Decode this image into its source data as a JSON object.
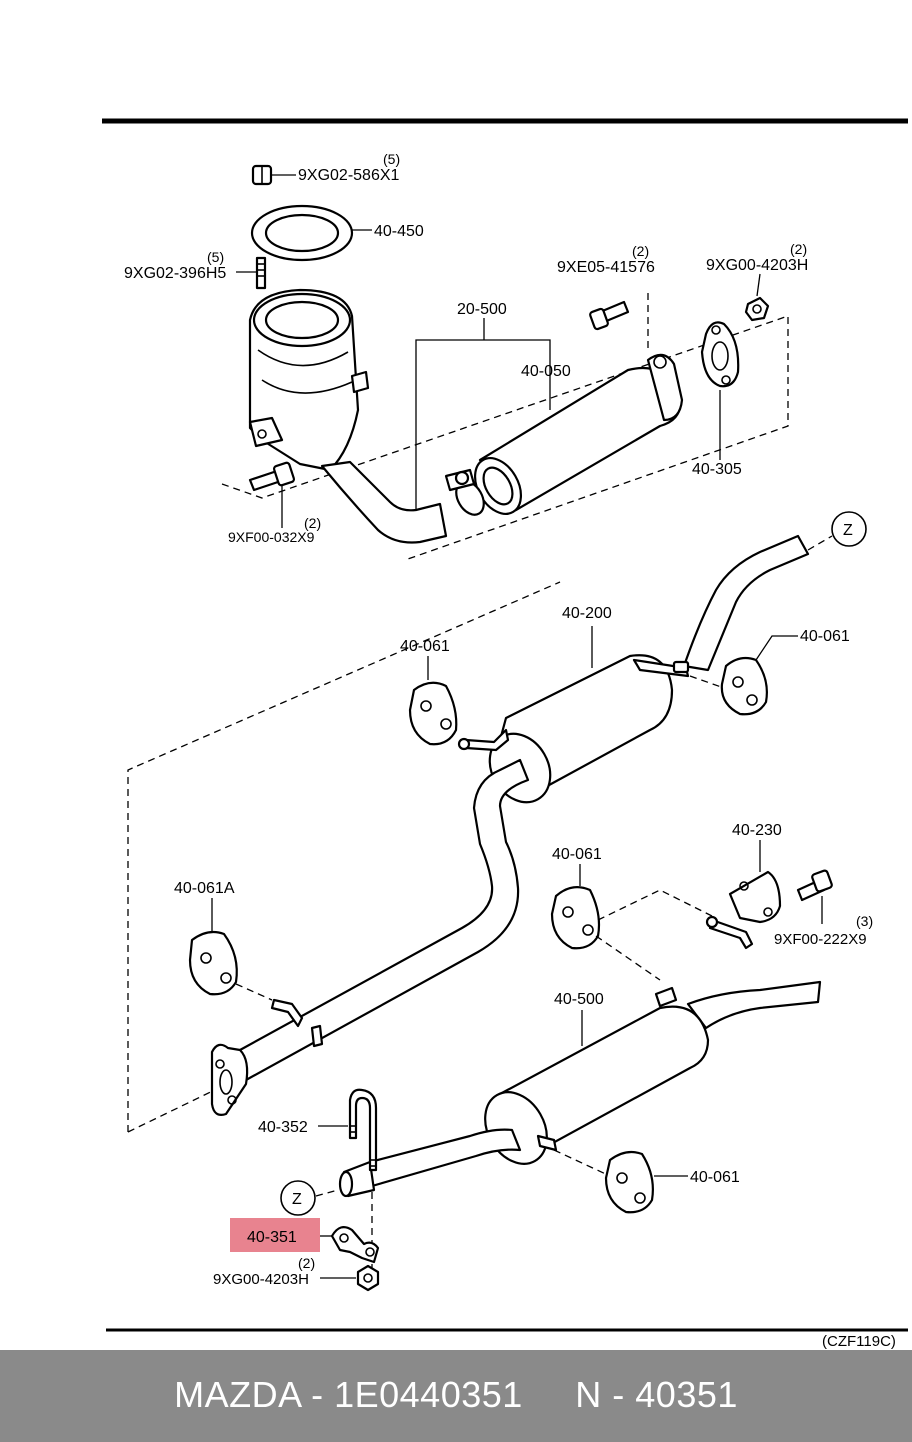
{
  "diagram": {
    "labels": {
      "p_586x1": "9XG02-586X1",
      "p_586x1_qty": "(5)",
      "p_40450": "40-450",
      "p_396h5": "9XG02-396H5",
      "p_396h5_qty": "(5)",
      "p_20500": "20-500",
      "p_40050": "40-050",
      "p_41576": "9XE05-41576",
      "p_41576_qty": "(2)",
      "p_4203h_top": "9XG00-4203H",
      "p_4203h_top_qty": "(2)",
      "p_40305": "40-305",
      "p_032x9": "9XF00-032X9",
      "p_032x9_qty": "(2)",
      "ref_z_top": "Z",
      "p_40200": "40-200",
      "p_40061_a": "40-061",
      "p_40061_b": "40-061",
      "p_40230": "40-230",
      "p_40061_c": "40-061",
      "p_40061a": "40-061A",
      "p_222x9": "9XF00-222X9",
      "p_222x9_qty": "(3)",
      "p_40500": "40-500",
      "p_40352": "40-352",
      "p_40061_d": "40-061",
      "ref_z_bottom": "Z",
      "p_40351": "40-351",
      "p_4203h_bottom": "9XG00-4203H",
      "p_4203h_bottom_qty": "(2)",
      "diagram_code": "(CZF119C)"
    },
    "highlight_color": "#e8838f"
  },
  "footer": {
    "text": "MAZDA - 1E0440351     N - 40351"
  }
}
